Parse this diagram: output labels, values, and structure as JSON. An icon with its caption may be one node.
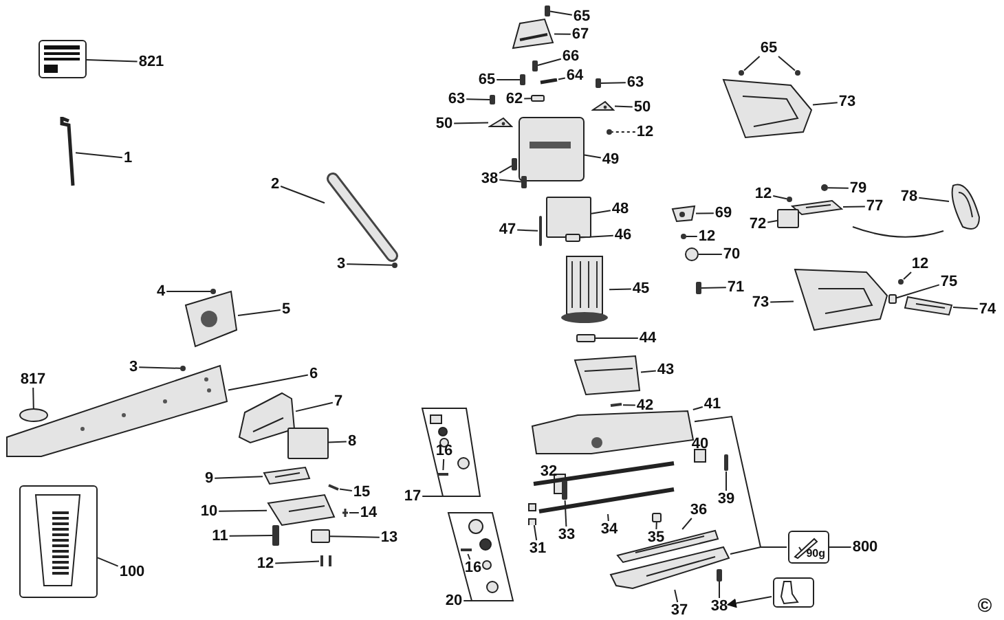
{
  "diagram": {
    "nodes": [
      {
        "text": [
          "821"
        ]
      },
      {
        "text": [],
        "shape": "picture"
      },
      {
        "text": [
          "1"
        ]
      },
      {
        "text": [
          "2"
        ]
      },
      {
        "text": [
          "3"
        ]
      },
      {
        "text": [
          "4"
        ]
      },
      {
        "text": [
          "5"
        ]
      },
      {
        "text": [
          "3"
        ]
      },
      {
        "text": [
          "6"
        ]
      },
      {
        "text": [
          "817"
        ]
      },
      {
        "text": [
          "7"
        ]
      },
      {
        "text": [
          "8"
        ]
      },
      {
        "text": [
          "9"
        ]
      },
      {
        "text": [
          "15"
        ]
      },
      {
        "text": [
          "10"
        ]
      },
      {
        "text": [
          "14"
        ]
      },
      {
        "text": [
          "11"
        ]
      },
      {
        "text": [
          "13"
        ]
      },
      {
        "text": [
          "12"
        ]
      },
      {
        "text": [
          "100"
        ]
      },
      {
        "text": [],
        "shape": "picture"
      },
      {
        "text": [
          "65"
        ]
      },
      {
        "text": [
          "67"
        ]
      },
      {
        "text": [
          "66"
        ]
      },
      {
        "text": [
          "65"
        ]
      },
      {
        "text": [
          "64"
        ]
      },
      {
        "text": [
          "63"
        ]
      },
      {
        "text": [
          "63"
        ]
      },
      {
        "text": [
          "62"
        ]
      },
      {
        "text": [
          "50"
        ]
      },
      {
        "text": [
          "50"
        ]
      },
      {
        "text": [
          "12"
        ]
      },
      {
        "text": [
          "49"
        ]
      },
      {
        "text": [
          "38"
        ]
      },
      {
        "text": [
          "48"
        ]
      },
      {
        "text": [
          "47"
        ]
      },
      {
        "text": [
          "46"
        ]
      },
      {
        "text": [
          "45"
        ]
      },
      {
        "text": [
          "44"
        ]
      },
      {
        "text": [
          "43"
        ]
      },
      {
        "text": [
          "42"
        ]
      },
      {
        "text": [
          "41"
        ]
      },
      {
        "text": [],
        "shape": "box"
      },
      {
        "text": [
          "16"
        ],
        "in": 42
      },
      {
        "text": [
          "17"
        ]
      },
      {
        "text": [],
        "shape": "box"
      },
      {
        "text": [
          "16"
        ],
        "in": 45
      },
      {
        "text": [
          "20"
        ]
      },
      {
        "text": [
          "31"
        ]
      },
      {
        "text": [
          "33"
        ]
      },
      {
        "text": [
          "34"
        ]
      },
      {
        "text": [
          "35"
        ]
      },
      {
        "text": [
          "36"
        ]
      },
      {
        "text": [
          "37"
        ]
      },
      {
        "text": [
          "38"
        ]
      },
      {
        "text": [
          "39"
        ]
      },
      {
        "text": [
          "65"
        ]
      },
      {
        "text": [
          "73"
        ]
      },
      {
        "text": [
          "12"
        ]
      },
      {
        "text": [
          "79"
        ]
      },
      {
        "text": [
          "77"
        ]
      },
      {
        "text": [
          "78"
        ]
      },
      {
        "text": [
          "69"
        ]
      },
      {
        "text": [
          "72"
        ]
      },
      {
        "text": [
          "12"
        ]
      },
      {
        "text": [
          "70"
        ]
      },
      {
        "text": [
          "71"
        ]
      },
      {
        "text": [
          "12"
        ]
      },
      {
        "text": [
          "75"
        ]
      },
      {
        "text": [
          "73"
        ]
      },
      {
        "text": [
          "74"
        ]
      },
      {
        "text": [
          "90g"
        ]
      },
      {
        "text": [
          "800"
        ]
      },
      {
        "text": [],
        "shape": "picture"
      },
      {
        "text": [],
        "shape": "picture"
      },
      {
        "text": [],
        "shape": "picture"
      },
      {
        "text": [],
        "shape": "circle"
      },
      {
        "text": [],
        "shape": "circle"
      },
      {
        "text": [],
        "shape": "picture"
      },
      {
        "text": [],
        "shape": "circle"
      },
      {
        "text": [],
        "shape": "picture"
      },
      {
        "text": [],
        "shape": "circle"
      },
      {
        "text": [],
        "shape": "picture"
      },
      {
        "text": [],
        "shape": "box"
      },
      {
        "text": [],
        "shape": "picture"
      },
      {
        "text": [],
        "shape": "bar"
      },
      {
        "text": [],
        "shape": "picture"
      },
      {
        "text": [],
        "shape": "picture"
      },
      {
        "text": [],
        "shape": "bar"
      },
      {
        "text": [],
        "shape": "box"
      },
      {
        "text": [],
        "shape": "picture"
      },
      {
        "text": [],
        "shape": "bar"
      },
      {
        "text": [],
        "shape": "picture"
      },
      {
        "text": [],
        "shape": "bar"
      },
      {
        "text": [],
        "shape": "bar"
      },
      {
        "text": [],
        "shape": "bar"
      },
      {
        "text": [],
        "shape": "bar"
      },
      {
        "text": [],
        "shape": "bar"
      },
      {
        "text": [],
        "shape": "box"
      },
      {
        "text": [],
        "shape": "picture"
      },
      {
        "text": [],
        "shape": "picture"
      },
      {
        "text": [],
        "shape": "circle"
      },
      {
        "text": [],
        "shape": "picture"
      },
      {
        "text": [],
        "shape": "bar"
      },
      {
        "text": [],
        "shape": "bar"
      },
      {
        "text": [],
        "shape": "box"
      },
      {
        "text": [],
        "shape": "bar"
      },
      {
        "text": [],
        "shape": "box"
      },
      {
        "text": [],
        "shape": "picture"
      },
      {
        "text": [],
        "shape": "box"
      },
      {
        "text": [],
        "shape": "picture"
      },
      {
        "text": [],
        "shape": "bar"
      },
      {
        "text": [],
        "shape": "picture"
      },
      {
        "text": [],
        "shape": "bar",
        "in": 42
      },
      {
        "text": [],
        "shape": "bar",
        "in": 45
      },
      {
        "text": [],
        "shape": "picture"
      },
      {
        "text": [],
        "shape": "bar"
      },
      {
        "text": [],
        "shape": "bar"
      },
      {
        "text": [],
        "shape": "box"
      },
      {
        "text": [],
        "shape": "picture"
      },
      {
        "text": [],
        "shape": "picture"
      },
      {
        "text": [],
        "shape": "bar"
      },
      {
        "text": [],
        "shape": "bar"
      },
      {
        "text": [],
        "shape": "circle"
      },
      {
        "text": [],
        "shape": "circle"
      },
      {
        "text": [],
        "shape": "picture"
      },
      {
        "text": [],
        "shape": "circle"
      },
      {
        "text": [],
        "shape": "circle"
      },
      {
        "text": [],
        "shape": "picture"
      },
      {
        "text": [],
        "shape": "picture"
      },
      {
        "text": [],
        "shape": "picture"
      },
      {
        "text": [],
        "shape": "box"
      },
      {
        "text": [],
        "shape": "circle"
      },
      {
        "text": [],
        "shape": "circle"
      },
      {
        "text": [],
        "shape": "bar"
      },
      {
        "text": [],
        "shape": "circle"
      },
      {
        "text": [],
        "shape": "box"
      },
      {
        "text": [],
        "shape": "picture"
      },
      {
        "text": [],
        "shape": "picture"
      }
    ],
    "edges": [
      {
        "from": 0,
        "to": 1,
        "arrow": "none"
      },
      {
        "from": 2,
        "to": 74,
        "arrow": "none"
      },
      {
        "from": 3,
        "to": 75,
        "arrow": "none"
      },
      {
        "from": 4,
        "to": 76,
        "arrow": "none"
      },
      {
        "from": 5,
        "to": 77,
        "arrow": "none"
      },
      {
        "from": 6,
        "to": 78,
        "arrow": "none"
      },
      {
        "from": 7,
        "to": 79,
        "arrow": "none"
      },
      {
        "from": 8,
        "to": 80,
        "arrow": "none"
      },
      {
        "from": 9,
        "to": 81,
        "arrow": "none"
      },
      {
        "from": 10,
        "to": 82,
        "arrow": "none"
      },
      {
        "from": 11,
        "to": 83,
        "arrow": "none"
      },
      {
        "from": 12,
        "to": 84,
        "arrow": "none"
      },
      {
        "from": 13,
        "to": 85,
        "arrow": "none"
      },
      {
        "from": 14,
        "to": 86,
        "arrow": "none"
      },
      {
        "from": 15,
        "to": 87,
        "arrow": "none"
      },
      {
        "from": 16,
        "to": 88,
        "arrow": "none"
      },
      {
        "from": 17,
        "to": 89,
        "arrow": "none"
      },
      {
        "from": 18,
        "to": 90,
        "arrow": "none"
      },
      {
        "from": 19,
        "to": 20,
        "arrow": "none"
      },
      {
        "from": 21,
        "to": 91,
        "arrow": "none"
      },
      {
        "from": 22,
        "to": 92,
        "arrow": "none"
      },
      {
        "from": 23,
        "to": 93,
        "arrow": "none"
      },
      {
        "from": 24,
        "to": 94,
        "arrow": "none"
      },
      {
        "from": 25,
        "to": 95,
        "arrow": "none"
      },
      {
        "from": 26,
        "to": 96,
        "arrow": "none"
      },
      {
        "from": 27,
        "to": 97,
        "arrow": "none"
      },
      {
        "from": 28,
        "to": 98,
        "arrow": "none"
      },
      {
        "from": 29,
        "to": 99,
        "arrow": "none"
      },
      {
        "from": 30,
        "to": 100,
        "arrow": "none"
      },
      {
        "from": 31,
        "to": 101,
        "arrow": "none",
        "style": "dashed"
      },
      {
        "from": 32,
        "to": 102,
        "arrow": "none"
      },
      {
        "from": 33,
        "to": 103,
        "arrow": "none"
      },
      {
        "from": 33,
        "to": 104,
        "arrow": "none"
      },
      {
        "from": 34,
        "to": 105,
        "arrow": "none"
      },
      {
        "from": 35,
        "to": 106,
        "arrow": "none"
      },
      {
        "from": 36,
        "to": 107,
        "arrow": "none"
      },
      {
        "from": 37,
        "to": 108,
        "arrow": "none"
      },
      {
        "from": 38,
        "to": 109,
        "arrow": "none"
      },
      {
        "from": 39,
        "to": 110,
        "arrow": "none"
      },
      {
        "from": 40,
        "to": 111,
        "arrow": "none"
      },
      {
        "from": 41,
        "to": 112,
        "arrow": "none"
      },
      {
        "from": 43,
        "to": 113,
        "arrow": "none"
      },
      {
        "from": 44,
        "to": 42,
        "arrow": "none"
      },
      {
        "from": 46,
        "to": 114,
        "arrow": "none"
      },
      {
        "from": 47,
        "to": 45,
        "arrow": "none"
      },
      {
        "from": 48,
        "to": 115,
        "arrow": "none"
      },
      {
        "from": 49,
        "to": 116,
        "arrow": "none"
      },
      {
        "from": 50,
        "to": 117,
        "arrow": "none"
      },
      {
        "from": 51,
        "to": 118,
        "arrow": "none"
      },
      {
        "from": 52,
        "to": 119,
        "arrow": "none"
      },
      {
        "from": 53,
        "to": 120,
        "arrow": "none"
      },
      {
        "from": 54,
        "to": 121,
        "arrow": "none"
      },
      {
        "from": 55,
        "to": 122,
        "arrow": "none"
      },
      {
        "from": 56,
        "to": 123,
        "arrow": "none"
      },
      {
        "from": 56,
        "to": 124,
        "arrow": "none"
      },
      {
        "from": 57,
        "to": 125,
        "arrow": "none"
      },
      {
        "from": 58,
        "to": 126,
        "arrow": "none"
      },
      {
        "from": 59,
        "to": 127,
        "arrow": "none"
      },
      {
        "from": 60,
        "to": 128,
        "arrow": "none"
      },
      {
        "from": 61,
        "to": 129,
        "arrow": "none"
      },
      {
        "from": 62,
        "to": 130,
        "arrow": "none"
      },
      {
        "from": 63,
        "to": 131,
        "arrow": "none"
      },
      {
        "from": 64,
        "to": 132,
        "arrow": "none"
      },
      {
        "from": 65,
        "to": 133,
        "arrow": "none"
      },
      {
        "from": 66,
        "to": 134,
        "arrow": "none"
      },
      {
        "from": 67,
        "to": 135,
        "arrow": "none"
      },
      {
        "from": 68,
        "to": 136,
        "arrow": "none"
      },
      {
        "from": 69,
        "to": 137,
        "arrow": "none"
      },
      {
        "from": 70,
        "to": 138,
        "arrow": "none"
      },
      {
        "from": 72,
        "to": 71,
        "arrow": "none"
      },
      {
        "from": 71,
        "to": 120,
        "arrow": "none"
      },
      {
        "from": 71,
        "to": 112,
        "arrow": "none"
      },
      {
        "from": 73,
        "to": 54,
        "arrow": "to"
      }
    ],
    "labels": [
      "32",
      "40",
      "©"
    ]
  }
}
